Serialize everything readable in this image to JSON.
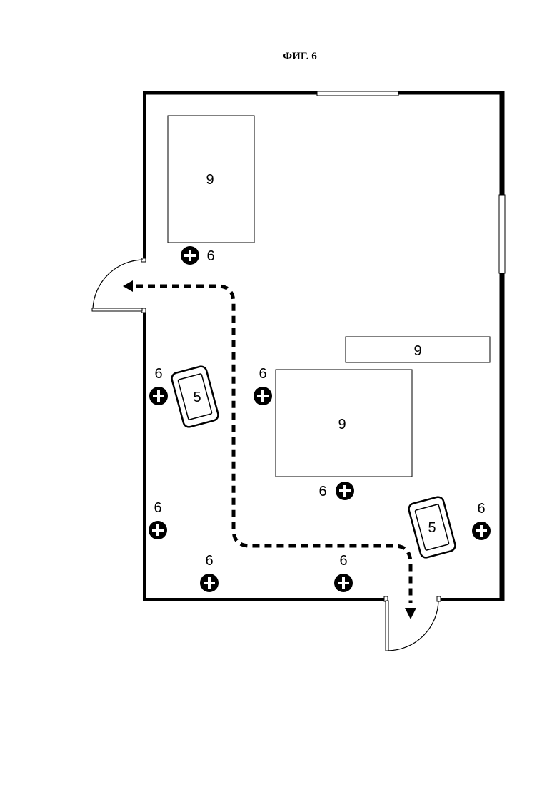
{
  "figure": {
    "title": "ФИГ. 6"
  },
  "labels": {
    "furniture": "9",
    "device": "5",
    "sensor": "6"
  },
  "furniture": [
    {
      "name": "furniture-top-left",
      "label": "9"
    },
    {
      "name": "furniture-bench-right",
      "label": "9"
    },
    {
      "name": "furniture-center",
      "label": "9"
    }
  ],
  "devices": [
    {
      "name": "device-left",
      "label": "5"
    },
    {
      "name": "device-right",
      "label": "5"
    }
  ],
  "sensors": [
    {
      "name": "sensor-top",
      "label": "6"
    },
    {
      "name": "sensor-left-upper",
      "label": "6"
    },
    {
      "name": "sensor-middle",
      "label": "6"
    },
    {
      "name": "sensor-center-below",
      "label": "6"
    },
    {
      "name": "sensor-left-lower",
      "label": "6"
    },
    {
      "name": "sensor-right",
      "label": "6"
    },
    {
      "name": "sensor-bottom-left",
      "label": "6"
    },
    {
      "name": "sensor-bottom-center",
      "label": "6"
    }
  ]
}
